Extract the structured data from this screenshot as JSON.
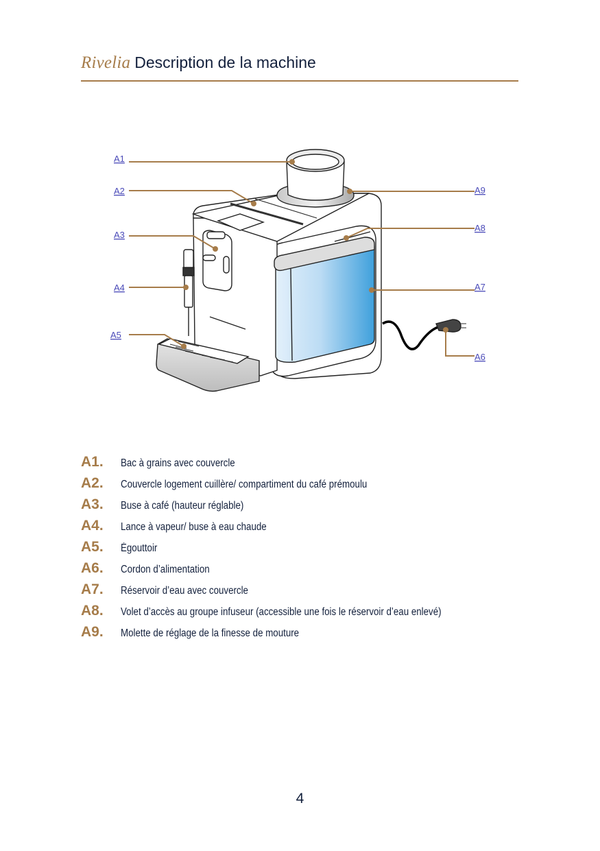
{
  "header": {
    "brand": "Rivelia",
    "title": "Description de la machine"
  },
  "colors": {
    "accent": "#a67c4a",
    "text": "#14213d",
    "callout_label": "#4a4ab8",
    "water_tank": "#4aa8e0"
  },
  "diagram": {
    "callouts": {
      "a1": "A1",
      "a2": "A2",
      "a3": "A3",
      "a4": "A4",
      "a5": "A5",
      "a6": "A6",
      "a7": "A7",
      "a8": "A8",
      "a9": "A9"
    }
  },
  "legend": {
    "items": [
      {
        "code": "A1.",
        "text": "Bac à grains avec couvercle"
      },
      {
        "code": "A2.",
        "text": "Couvercle logement cuillère/ compartiment du café prémoulu"
      },
      {
        "code": "A3.",
        "text": "Buse à café (hauteur réglable)"
      },
      {
        "code": "A4.",
        "text": "Lance à vapeur/ buse à eau chaude"
      },
      {
        "code": "A5.",
        "text": "Égouttoir"
      },
      {
        "code": "A6.",
        "text": "Cordon d’alimentation"
      },
      {
        "code": "A7.",
        "text": "Réservoir d’eau avec couvercle"
      },
      {
        "code": "A8.",
        "text": "Volet d’accès au groupe infuseur (accessible une fois le réservoir d’eau enlevé)"
      },
      {
        "code": "A9.",
        "text": "Molette de réglage de la finesse de mouture"
      }
    ]
  },
  "footer": {
    "page_number": "4"
  }
}
